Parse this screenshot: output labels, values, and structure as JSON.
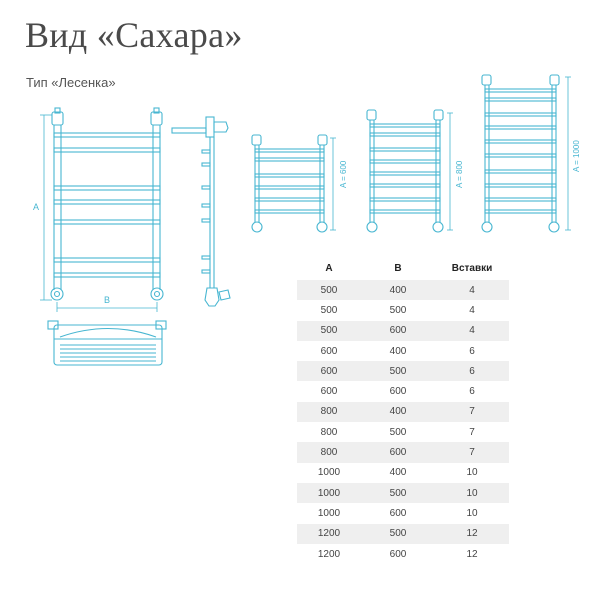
{
  "header": {
    "title": "Вид «Сахара»",
    "subtitle": "Тип «Лесенка»"
  },
  "diagram": {
    "label_a": "A",
    "label_b": "B",
    "variants": [
      {
        "label": "A = 600"
      },
      {
        "label": "A = 800"
      },
      {
        "label": "A = 1000"
      }
    ]
  },
  "spec_table": {
    "columns": [
      "A",
      "B",
      "Вставки"
    ],
    "rows": [
      [
        "500",
        "400",
        "4"
      ],
      [
        "500",
        "500",
        "4"
      ],
      [
        "500",
        "600",
        "4"
      ],
      [
        "600",
        "400",
        "6"
      ],
      [
        "600",
        "500",
        "6"
      ],
      [
        "600",
        "600",
        "6"
      ],
      [
        "800",
        "400",
        "7"
      ],
      [
        "800",
        "500",
        "7"
      ],
      [
        "800",
        "600",
        "7"
      ],
      [
        "1000",
        "400",
        "10"
      ],
      [
        "1000",
        "500",
        "10"
      ],
      [
        "1000",
        "600",
        "10"
      ],
      [
        "1200",
        "500",
        "12"
      ],
      [
        "1200",
        "600",
        "12"
      ]
    ]
  },
  "colors": {
    "line": "#47b6d1",
    "row_stripe": "#efefef"
  }
}
